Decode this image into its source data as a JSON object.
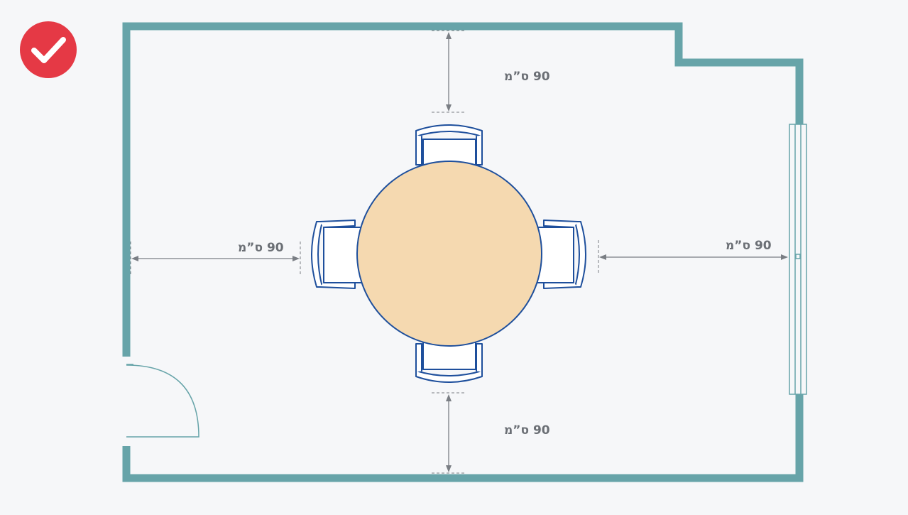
{
  "badge": {
    "icon": "checkmark-icon",
    "color": "#e53945"
  },
  "colors": {
    "wall": "#67a4a9",
    "table_fill": "#f5d9b0",
    "furniture_stroke": "#1e4f9c",
    "dimension": "#7a7e84",
    "background": "#f6f7f9"
  },
  "furniture": {
    "table": "round-table",
    "chairs": [
      "chair-top",
      "chair-bottom",
      "chair-left",
      "chair-right"
    ]
  },
  "dimensions": {
    "top": "90 ס”מ",
    "bottom": "90 ס”מ",
    "left": "90 ס”מ",
    "right": "90 ס”מ"
  }
}
